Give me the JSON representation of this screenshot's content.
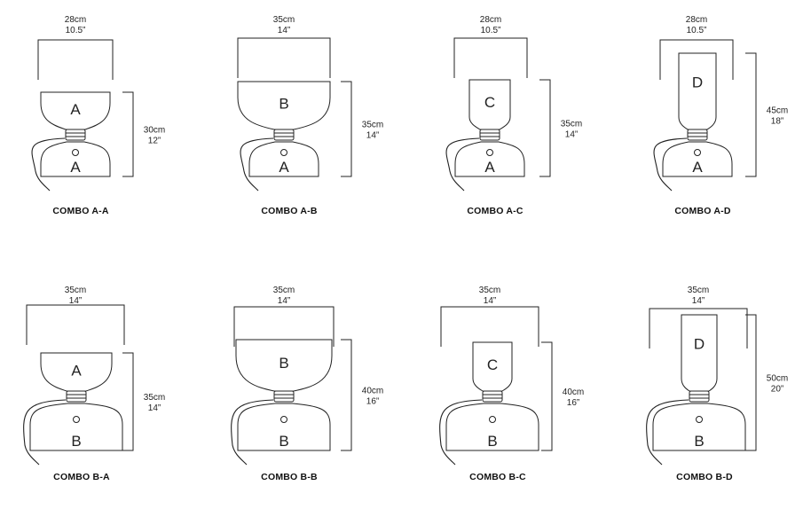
{
  "combos": [
    {
      "caption": "COMBO A-A",
      "width_cm": "28cm",
      "width_in": "10.5”",
      "height_cm": "30cm",
      "height_in": "12”",
      "top": "A",
      "base": "A"
    },
    {
      "caption": "COMBO A-B",
      "width_cm": "35cm",
      "width_in": "14”",
      "height_cm": "35cm",
      "height_in": "14”",
      "top": "B",
      "base": "A"
    },
    {
      "caption": "COMBO A-C",
      "width_cm": "28cm",
      "width_in": "10.5”",
      "height_cm": "35cm",
      "height_in": "14”",
      "top": "C",
      "base": "A"
    },
    {
      "caption": "COMBO A-D",
      "width_cm": "28cm",
      "width_in": "10.5”",
      "height_cm": "45cm",
      "height_in": "18”",
      "top": "D",
      "base": "A"
    },
    {
      "caption": "COMBO B-A",
      "width_cm": "35cm",
      "width_in": "14”",
      "height_cm": "35cm",
      "height_in": "14”",
      "top": "A",
      "base": "B"
    },
    {
      "caption": "COMBO B-B",
      "width_cm": "35cm",
      "width_in": "14”",
      "height_cm": "40cm",
      "height_in": "16”",
      "top": "B",
      "base": "B"
    },
    {
      "caption": "COMBO B-C",
      "width_cm": "35cm",
      "width_in": "14”",
      "height_cm": "40cm",
      "height_in": "16”",
      "top": "C",
      "base": "B"
    },
    {
      "caption": "COMBO B-D",
      "width_cm": "35cm",
      "width_in": "14”",
      "height_cm": "50cm",
      "height_in": "20”",
      "top": "D",
      "base": "B"
    }
  ]
}
